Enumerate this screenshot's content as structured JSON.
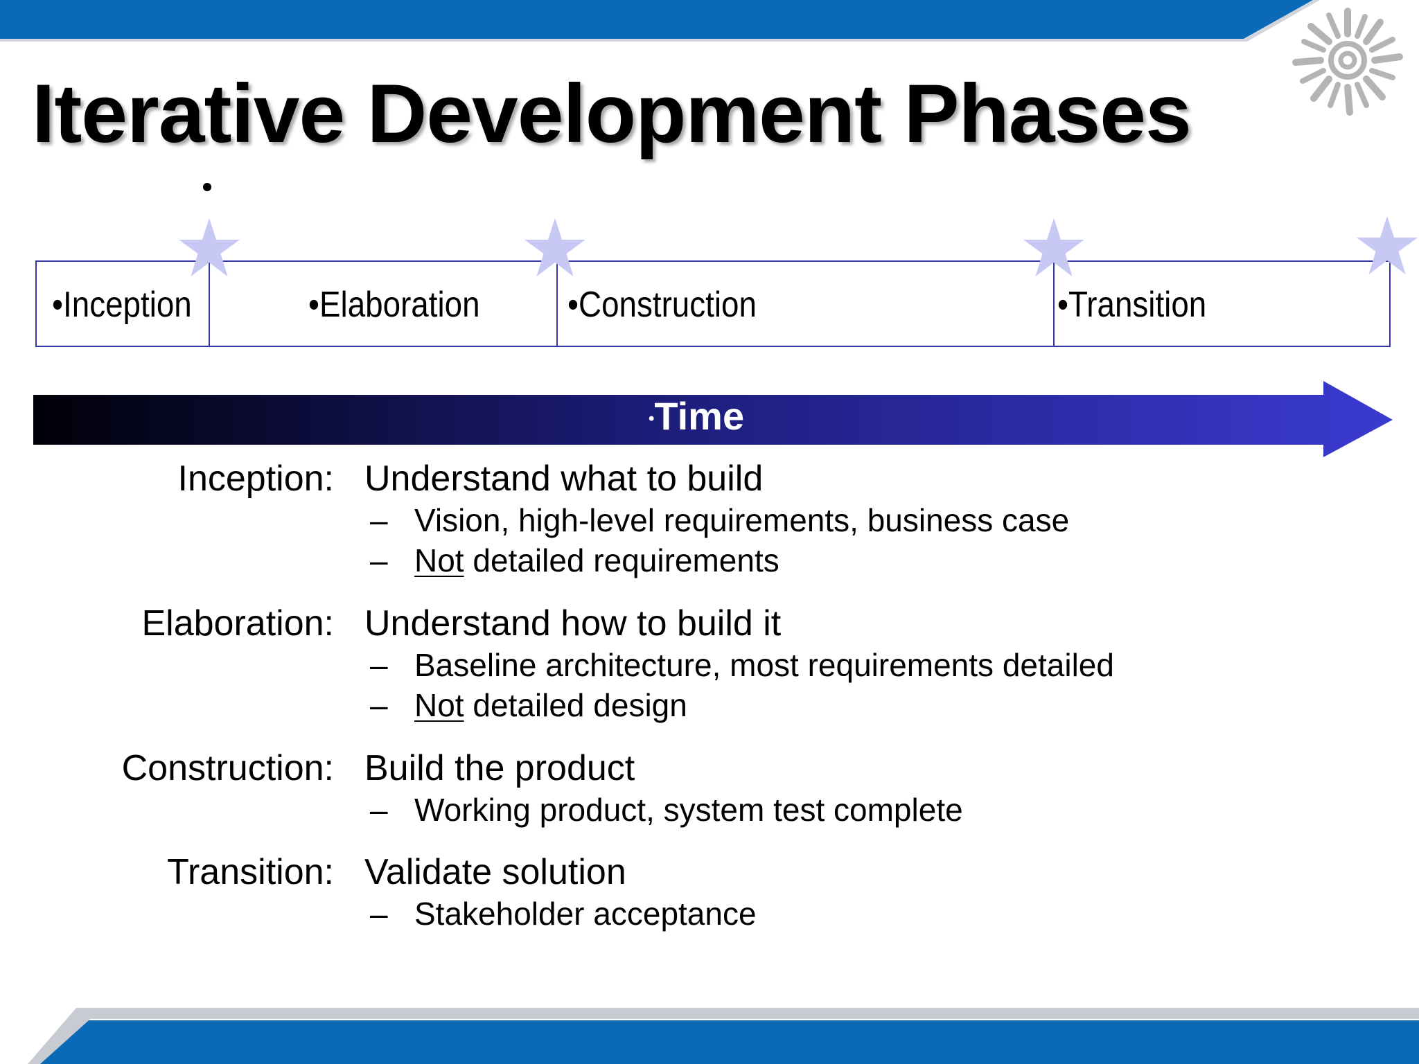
{
  "slide": {
    "title": "Iterative Development Phases",
    "colors": {
      "banner": "#0a6ab8",
      "banner_shadow": "#c8ccd2",
      "star": "#c8c8f4",
      "box_border": "#3333aa",
      "arrow_start": "#000008",
      "arrow_end": "#3a3ad0"
    }
  },
  "timeline": {
    "phases": [
      {
        "bullet": "•",
        "label": "Inception"
      },
      {
        "bullet": "•",
        "label": "Elaboration"
      },
      {
        "bullet": "•",
        "label": "Construction"
      },
      {
        "bullet": "•",
        "label": "Transition"
      }
    ],
    "milestone_icon": "star-icon",
    "axis": {
      "bullet": "•",
      "label": "Time"
    }
  },
  "descriptions": [
    {
      "term": "Inception:",
      "definition": "Understand what to build",
      "points": [
        {
          "dash": "–",
          "underlined": "",
          "text": "Vision, high-level requirements, business case"
        },
        {
          "dash": "–",
          "underlined": "Not",
          "text": " detailed requirements"
        }
      ]
    },
    {
      "term": "Elaboration:",
      "definition": "Understand how to build it",
      "points": [
        {
          "dash": "–",
          "underlined": "",
          "text": "Baseline architecture, most requirements detailed"
        },
        {
          "dash": "–",
          "underlined": "Not",
          "text": " detailed design"
        }
      ]
    },
    {
      "term": "Construction:",
      "definition": "Build the product",
      "points": [
        {
          "dash": "–",
          "underlined": "",
          "text": "Working product, system test complete"
        }
      ]
    },
    {
      "term": "Transition:",
      "definition": "Validate solution",
      "points": [
        {
          "dash": "–",
          "underlined": "",
          "text": "Stakeholder acceptance"
        }
      ]
    }
  ]
}
